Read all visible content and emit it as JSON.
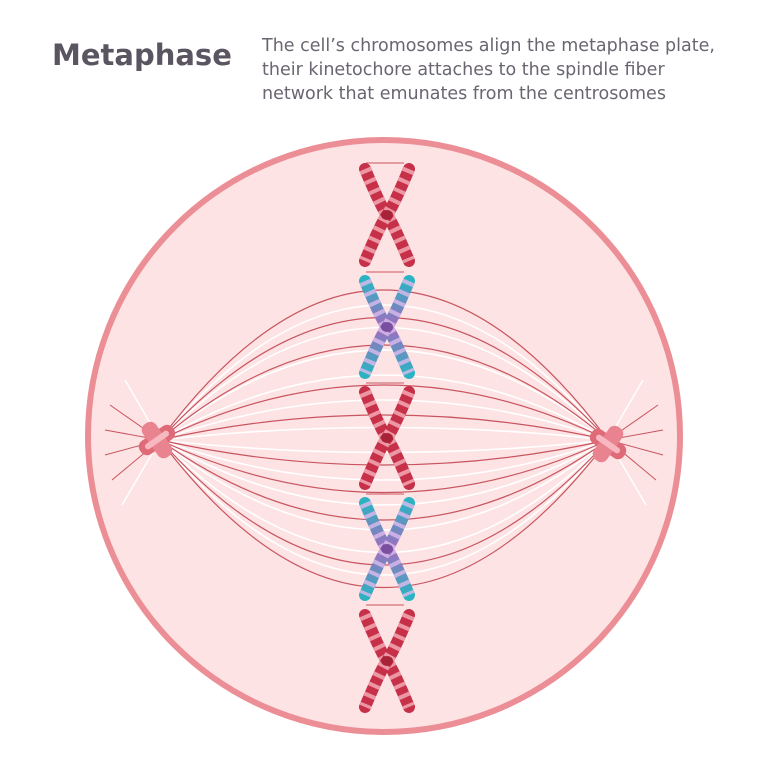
{
  "title": "Metaphase",
  "caption": [
    "The cell’s chromosomes align the metaphase plate,",
    "their kinetochore attaches to the spindle fiber",
    "network that emunates from the centrosomes"
  ],
  "colors": {
    "cell_fill": "#fde3e4",
    "membrane": "#ec8e96",
    "spindle_dark": "#c8555f",
    "spindle_light": "#ffffff",
    "centrosome": "#e06b78",
    "chromosome_red": "#c63048",
    "chromosome_red_band": "#f2a9b4",
    "chromosome_teal": "#2bb3c2",
    "chromosome_purple": "#a46bbf"
  },
  "chromosomes": [
    {
      "color": "red"
    },
    {
      "color": "teal"
    },
    {
      "color": "red"
    },
    {
      "color": "teal"
    },
    {
      "color": "red"
    }
  ]
}
